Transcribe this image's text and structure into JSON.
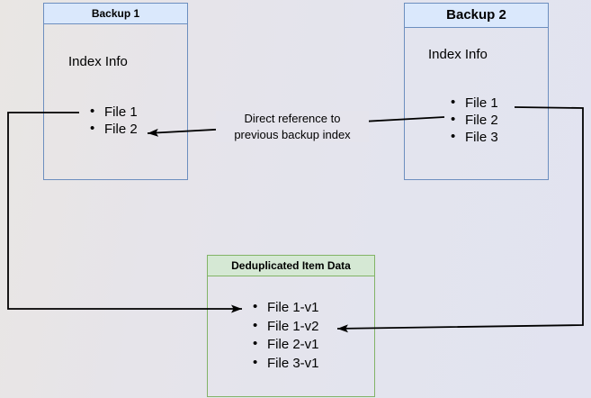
{
  "backup1": {
    "title": "Backup 1",
    "label": "Index Info",
    "items": [
      "File 1",
      "File 2"
    ]
  },
  "backup2": {
    "title": "Backup 2",
    "label": "Index Info",
    "items": [
      "File 1",
      "File 2",
      "File 3"
    ]
  },
  "dedup": {
    "title": "Deduplicated Item Data",
    "items": [
      "File 1-v1",
      "File 1-v2",
      "File 2-v1",
      "File 3-v1"
    ]
  },
  "annotation": {
    "line1": "Direct reference to",
    "line2": "previous backup index",
    "full_text": "Direct reference to previous backup index"
  },
  "edges": [
    {
      "from": "Backup 1 / File 1",
      "to": "Deduplicated Item Data / File 1-v1",
      "label": ""
    },
    {
      "from": "Backup 2 / File 2",
      "to": "Backup 1 / File 2",
      "label": "Direct reference to previous backup index"
    },
    {
      "from": "Backup 2 / File 1",
      "to": "Deduplicated Item Data / File 1-v2",
      "label": ""
    }
  ],
  "colors": {
    "blue_box_fill": "#dae8fc",
    "blue_box_border": "#6c8ebf",
    "green_box_fill": "#d5e8d4",
    "green_box_border": "#82b366",
    "arrow": "#000000",
    "background_left": "#e9e6e3",
    "background_right": "#e2e3f0",
    "text": "#000000"
  }
}
